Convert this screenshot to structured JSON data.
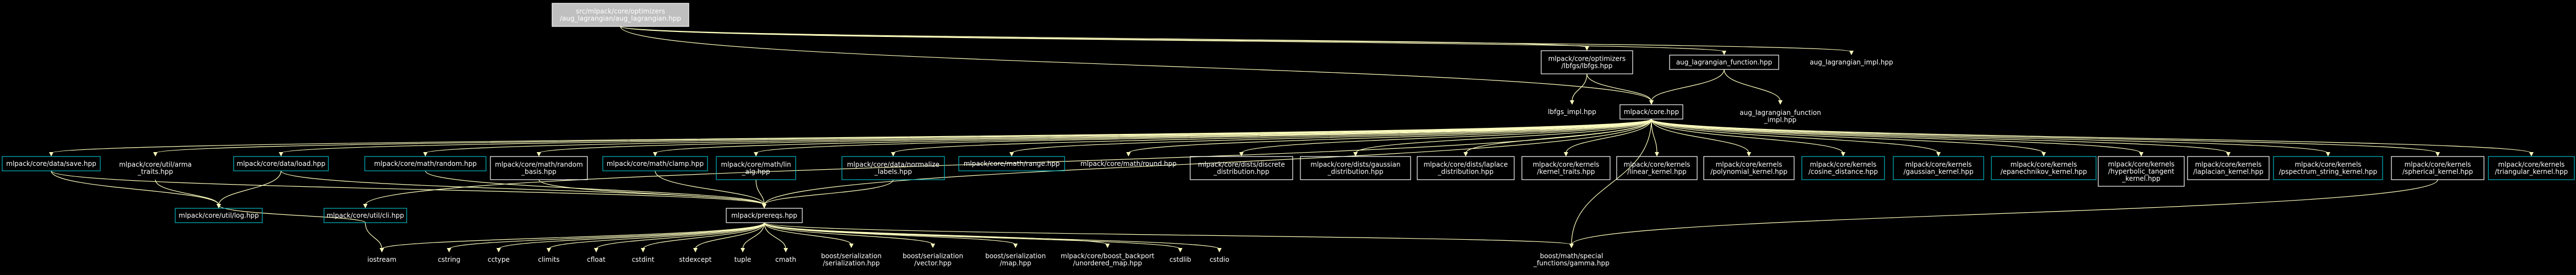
{
  "graph": {
    "colors": {
      "background": "#000000",
      "root_fill": "#bfbfbf",
      "root_stroke": "#ffffff",
      "node_stroke_default": "#ffffff",
      "node_stroke_linked": "#00b7c3",
      "edge": "#ffffc0",
      "text": "#ffffff",
      "root_text": "#000000"
    },
    "nodes": [
      {
        "id": "root",
        "lines": [
          "src/mlpack/core/optimizers",
          "/aug_lagrangian/aug_lagrangian.hpp"
        ],
        "style": "root"
      },
      {
        "id": "lbfgs",
        "lines": [
          "mlpack/core/optimizers",
          "/lbfgs/lbfgs.hpp"
        ],
        "style": "plain"
      },
      {
        "id": "augfn",
        "lines": [
          "aug_lagrangian_function.hpp"
        ],
        "style": "plain"
      },
      {
        "id": "augimpl",
        "lines": [
          "aug_lagrangian_impl.hpp"
        ],
        "style": "none"
      },
      {
        "id": "lbfgsimpl",
        "lines": [
          "lbfgs_impl.hpp"
        ],
        "style": "none"
      },
      {
        "id": "core",
        "lines": [
          "mlpack/core.hpp"
        ],
        "style": "plain"
      },
      {
        "id": "augfnimpl",
        "lines": [
          "aug_lagrangian_function",
          "_impl.hpp"
        ],
        "style": "none"
      },
      {
        "id": "save",
        "lines": [
          "mlpack/core/data/save.hpp"
        ],
        "style": "linked"
      },
      {
        "id": "terms",
        "lines": [
          "mlpack/core/util/arma",
          "_traits.hpp"
        ],
        "style": "none"
      },
      {
        "id": "load",
        "lines": [
          "mlpack/core/data/load.hpp"
        ],
        "style": "linked"
      },
      {
        "id": "random",
        "lines": [
          "mlpack/core/math/random.hpp"
        ],
        "style": "linked"
      },
      {
        "id": "rbasis",
        "lines": [
          "mlpack/core/math/random",
          "_basis.hpp"
        ],
        "style": "plain"
      },
      {
        "id": "clamp",
        "lines": [
          "mlpack/core/math/clamp.hpp"
        ],
        "style": "linked"
      },
      {
        "id": "lin",
        "lines": [
          "mlpack/core/math/lin",
          "_alg.hpp"
        ],
        "style": "linked"
      },
      {
        "id": "normalize",
        "lines": [
          "mlpack/core/data/normalize",
          "_labels.hpp"
        ],
        "style": "linked"
      },
      {
        "id": "range",
        "lines": [
          "mlpack/core/math/range.hpp"
        ],
        "style": "linked"
      },
      {
        "id": "round",
        "lines": [
          "mlpack/core/math/round.hpp"
        ],
        "style": "none"
      },
      {
        "id": "discrete",
        "lines": [
          "mlpack/core/dists/discrete",
          "_distribution.hpp"
        ],
        "style": "plain"
      },
      {
        "id": "gaussiand",
        "lines": [
          "mlpack/core/dists/gaussian",
          "_distribution.hpp"
        ],
        "style": "plain"
      },
      {
        "id": "laplaced",
        "lines": [
          "mlpack/core/dists/laplace",
          "_distribution.hpp"
        ],
        "style": "plain"
      },
      {
        "id": "ktraits",
        "lines": [
          "mlpack/core/kernels",
          "/kernel_traits.hpp"
        ],
        "style": "plain"
      },
      {
        "id": "lineark",
        "lines": [
          "mlpack/core/kernels",
          "/linear_kernel.hpp"
        ],
        "style": "plain"
      },
      {
        "id": "polyk",
        "lines": [
          "mlpack/core/kernels",
          "/polynomial_kernel.hpp"
        ],
        "style": "plain"
      },
      {
        "id": "cosine",
        "lines": [
          "mlpack/core/kernels",
          "/cosine_distance.hpp"
        ],
        "style": "linked"
      },
      {
        "id": "gaussk",
        "lines": [
          "mlpack/core/kernels",
          "/gaussian_kernel.hpp"
        ],
        "style": "linked"
      },
      {
        "id": "epan",
        "lines": [
          "mlpack/core/kernels",
          "/epanechnikov_kernel.hpp"
        ],
        "style": "linked"
      },
      {
        "id": "hyper",
        "lines": [
          "mlpack/core/kernels",
          "/hyperbolic_tangent",
          "_kernel.hpp"
        ],
        "style": "plain"
      },
      {
        "id": "laplk",
        "lines": [
          "mlpack/core/kernels",
          "/laplacian_kernel.hpp"
        ],
        "style": "plain"
      },
      {
        "id": "pspec",
        "lines": [
          "mlpack/core/kernels",
          "/pspectrum_string_kernel.hpp"
        ],
        "style": "linked"
      },
      {
        "id": "spher",
        "lines": [
          "mlpack/core/kernels",
          "/spherical_kernel.hpp"
        ],
        "style": "plain"
      },
      {
        "id": "tri",
        "lines": [
          "mlpack/core/kernels",
          "/triangular_kernel.hpp"
        ],
        "style": "linked"
      },
      {
        "id": "log",
        "lines": [
          "mlpack/core/util/log.hpp"
        ],
        "style": "linked"
      },
      {
        "id": "cli",
        "lines": [
          "mlpack/core/util/cli.hpp"
        ],
        "style": "linked"
      },
      {
        "id": "prereqs",
        "lines": [
          "mlpack/prereqs.hpp"
        ],
        "style": "plain"
      },
      {
        "id": "iostream",
        "lines": [
          "iostream"
        ],
        "style": "none"
      },
      {
        "id": "cstring",
        "lines": [
          "cstring"
        ],
        "style": "none"
      },
      {
        "id": "cctype",
        "lines": [
          "cctype"
        ],
        "style": "none"
      },
      {
        "id": "climits",
        "lines": [
          "climits"
        ],
        "style": "none"
      },
      {
        "id": "cfloat",
        "lines": [
          "cfloat"
        ],
        "style": "none"
      },
      {
        "id": "cstdint",
        "lines": [
          "cstdint"
        ],
        "style": "none"
      },
      {
        "id": "stdexcept",
        "lines": [
          "stdexcept"
        ],
        "style": "none"
      },
      {
        "id": "tuple",
        "lines": [
          "tuple"
        ],
        "style": "none"
      },
      {
        "id": "cmath",
        "lines": [
          "cmath"
        ],
        "style": "none"
      },
      {
        "id": "bsvser",
        "lines": [
          "boost/serialization",
          "/serialization.hpp"
        ],
        "style": "none"
      },
      {
        "id": "bsvec",
        "lines": [
          "boost/serialization",
          "/vector.hpp"
        ],
        "style": "none"
      },
      {
        "id": "bsmap",
        "lines": [
          "boost/serialization",
          "/map.hpp"
        ],
        "style": "none"
      },
      {
        "id": "bunord",
        "lines": [
          "mlpack/core/boost_backport",
          "/unordered_map.hpp"
        ],
        "style": "none"
      },
      {
        "id": "cstdlib",
        "lines": [
          "cstdlib"
        ],
        "style": "none"
      },
      {
        "id": "cstdio",
        "lines": [
          "cstdio"
        ],
        "style": "none"
      },
      {
        "id": "gamma",
        "lines": [
          "boost/math/special",
          "_functions/gamma.hpp"
        ],
        "style": "none"
      }
    ],
    "edges": [
      [
        "root",
        "lbfgs"
      ],
      [
        "root",
        "augfn"
      ],
      [
        "root",
        "augimpl"
      ],
      [
        "root",
        "core"
      ],
      [
        "lbfgs",
        "lbfgsimpl"
      ],
      [
        "lbfgs",
        "core"
      ],
      [
        "augfn",
        "core"
      ],
      [
        "augfn",
        "augfnimpl"
      ],
      [
        "core",
        "save"
      ],
      [
        "core",
        "terms"
      ],
      [
        "core",
        "load"
      ],
      [
        "core",
        "random"
      ],
      [
        "core",
        "rbasis"
      ],
      [
        "core",
        "clamp"
      ],
      [
        "core",
        "lin"
      ],
      [
        "core",
        "normalize"
      ],
      [
        "core",
        "range"
      ],
      [
        "core",
        "round"
      ],
      [
        "core",
        "discrete"
      ],
      [
        "core",
        "gaussiand"
      ],
      [
        "core",
        "laplaced"
      ],
      [
        "core",
        "ktraits"
      ],
      [
        "core",
        "lineark"
      ],
      [
        "core",
        "polyk"
      ],
      [
        "core",
        "cosine"
      ],
      [
        "core",
        "gaussk"
      ],
      [
        "core",
        "epan"
      ],
      [
        "core",
        "hyper"
      ],
      [
        "core",
        "laplk"
      ],
      [
        "core",
        "pspec"
      ],
      [
        "core",
        "spher"
      ],
      [
        "core",
        "tri"
      ],
      [
        "core",
        "cli"
      ],
      [
        "core",
        "prereqs"
      ],
      [
        "core",
        "gamma"
      ],
      [
        "save",
        "log"
      ],
      [
        "terms",
        "log"
      ],
      [
        "load",
        "log"
      ],
      [
        "cli",
        "log"
      ],
      [
        "cli",
        "iostream"
      ],
      [
        "random",
        "prereqs"
      ],
      [
        "rbasis",
        "prereqs"
      ],
      [
        "clamp",
        "prereqs"
      ],
      [
        "lin",
        "prereqs"
      ],
      [
        "normalize",
        "prereqs"
      ],
      [
        "save",
        "prereqs"
      ],
      [
        "load",
        "prereqs"
      ],
      [
        "prereqs",
        "iostream"
      ],
      [
        "prereqs",
        "cstring"
      ],
      [
        "prereqs",
        "cctype"
      ],
      [
        "prereqs",
        "climits"
      ],
      [
        "prereqs",
        "cfloat"
      ],
      [
        "prereqs",
        "cstdint"
      ],
      [
        "prereqs",
        "stdexcept"
      ],
      [
        "prereqs",
        "tuple"
      ],
      [
        "prereqs",
        "cmath"
      ],
      [
        "prereqs",
        "bsvser"
      ],
      [
        "prereqs",
        "bsvec"
      ],
      [
        "prereqs",
        "bsmap"
      ],
      [
        "prereqs",
        "bunord"
      ],
      [
        "prereqs",
        "cstdlib"
      ],
      [
        "prereqs",
        "cstdio"
      ],
      [
        "prereqs",
        "gamma"
      ],
      [
        "spher",
        "gamma"
      ]
    ]
  }
}
